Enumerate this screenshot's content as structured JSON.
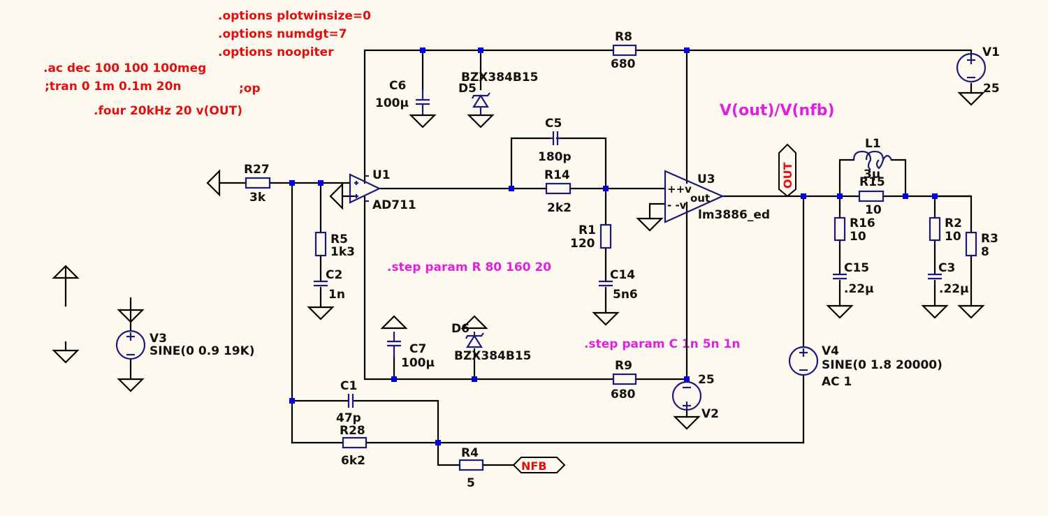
{
  "directives": {
    "plotwinsize": ".options plotwinsize=0",
    "numdgt": ".options numdgt=7",
    "noopiter": ".options noopiter",
    "ac": ".ac dec 100 100 100meg",
    "tran": ";tran 0 1m 0.1m 20n",
    "op": ";op",
    "four": ".four 20kHz 20 v(OUT)",
    "step_r": ".step param R 80 160 20",
    "step_c": ".step param C 1n 5n 1n",
    "plot_expr": "V(out)/V(nfb)"
  },
  "components": {
    "R8": {
      "name": "R8",
      "value": "680"
    },
    "R9": {
      "name": "R9",
      "value": "680"
    },
    "R27": {
      "name": "R27",
      "value": "3k"
    },
    "R5": {
      "name": "R5",
      "value": "1k3"
    },
    "R14": {
      "name": "R14",
      "value": "2k2"
    },
    "R1": {
      "name": "R1",
      "value": "120"
    },
    "R15": {
      "name": "R15",
      "value": "10"
    },
    "R16": {
      "name": "R16",
      "value": "10"
    },
    "R2": {
      "name": "R2",
      "value": "10"
    },
    "R3": {
      "name": "R3",
      "value": "8"
    },
    "R28": {
      "name": "R28",
      "value": "6k2"
    },
    "R4": {
      "name": "R4",
      "value": "5"
    },
    "C6": {
      "name": "C6",
      "value": "100µ"
    },
    "C7": {
      "name": "C7",
      "value": "100µ"
    },
    "C5": {
      "name": "C5",
      "value": "180p"
    },
    "C2": {
      "name": "C2",
      "value": "1n"
    },
    "C14": {
      "name": "C14",
      "value": "5n6"
    },
    "C15": {
      "name": "C15",
      "value": ".22µ"
    },
    "C3": {
      "name": "C3",
      "value": ".22µ"
    },
    "C1": {
      "name": "C1",
      "value": "47p"
    },
    "L1": {
      "name": "L1",
      "value": "3µ"
    },
    "D5": {
      "name": "D5",
      "value": "BZX384B15"
    },
    "D6": {
      "name": "D6",
      "value": "BZX384B15"
    },
    "U1": {
      "name": "U1",
      "value": "AD711"
    },
    "U3": {
      "name": "U3",
      "value": "lm3886_ed",
      "pins": {
        "pos": "++v",
        "neg": "- -v",
        "out": "out"
      }
    },
    "V1": {
      "name": "V1",
      "value": "25"
    },
    "V2": {
      "name": "V2",
      "value": "25"
    },
    "V3": {
      "name": "V3",
      "value": "SINE(0 0.9 19K)"
    },
    "V4": {
      "name": "V4",
      "value": "SINE(0 1.8 20000)",
      "ac": "AC 1"
    }
  },
  "nets": {
    "out": "OUT",
    "nfb": "NFB"
  },
  "colors": {
    "background": "#fdf9ee",
    "wire": "#000000",
    "symbol": "#1a1a7a",
    "junction": "#0000e0",
    "directive": "#e01010",
    "step": "#e020e0"
  }
}
